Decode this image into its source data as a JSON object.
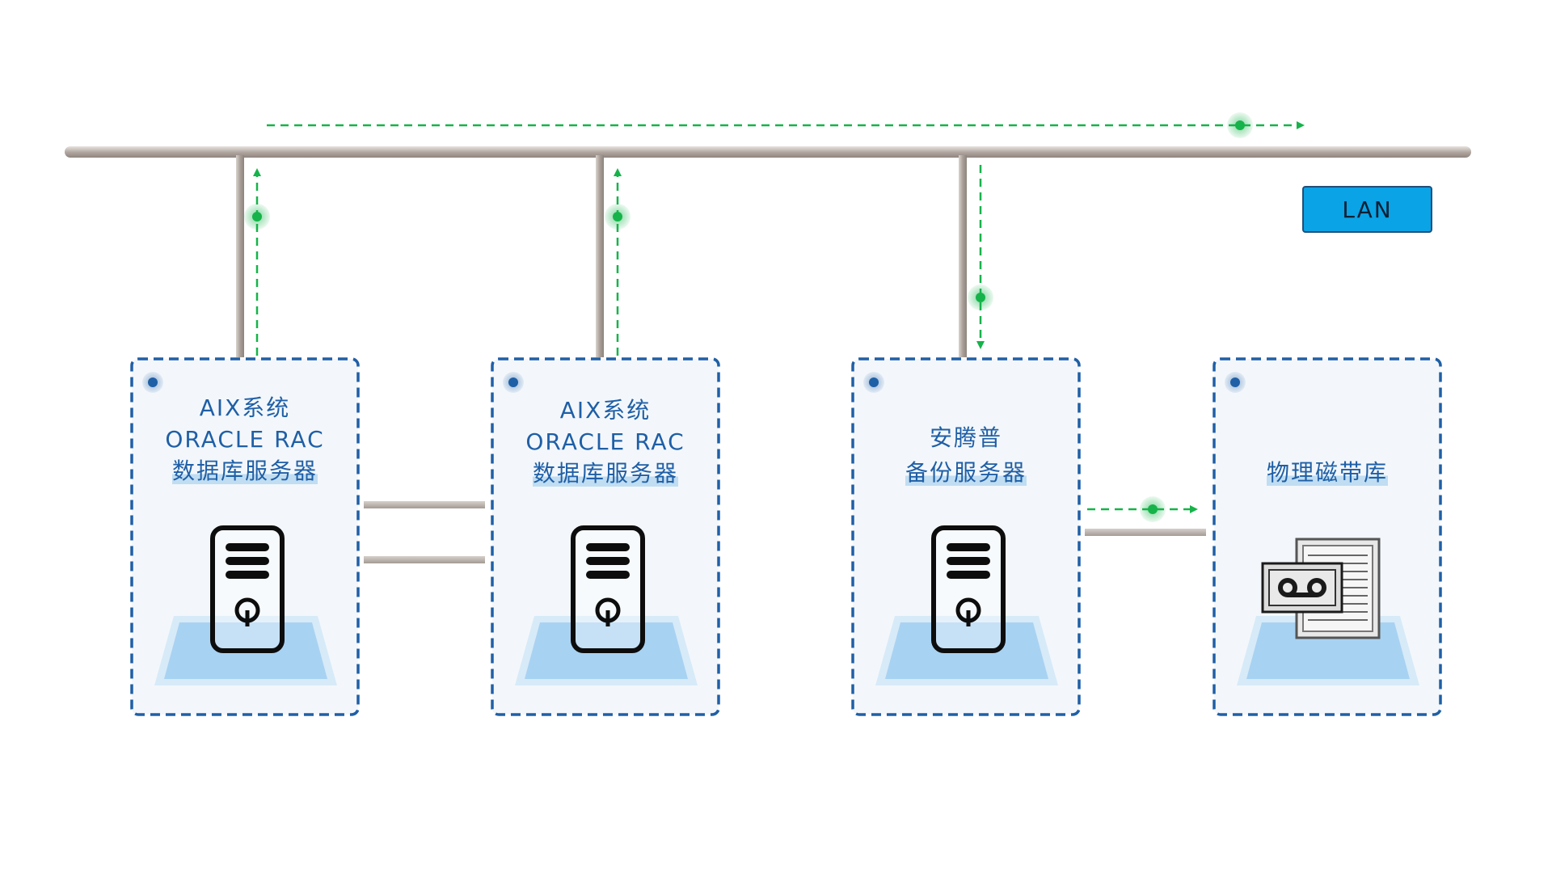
{
  "network": {
    "label": "LAN"
  },
  "nodes": [
    {
      "id": "aix-rac-1",
      "icon": "server-icon",
      "lines": [
        "AIX系统",
        "ORACLE RAC",
        "数据库服务器"
      ]
    },
    {
      "id": "aix-rac-2",
      "icon": "server-icon",
      "lines": [
        "AIX系统",
        "ORACLE RAC",
        "数据库服务器"
      ]
    },
    {
      "id": "anyback-backup",
      "icon": "server-icon",
      "lines": [
        "安腾普",
        "备份服务器"
      ]
    },
    {
      "id": "tape-library",
      "icon": "tape-library-icon",
      "lines": [
        "物理磁带库"
      ]
    }
  ],
  "colors": {
    "box_border": "#1f5fa6",
    "box_fill": "#f3f7fb",
    "text": "#1f5fa6",
    "pipe": "#b9b0a9",
    "flow": "#16b34a",
    "lan_badge": "#0aa3e6",
    "platform": "#a8d2f2"
  }
}
